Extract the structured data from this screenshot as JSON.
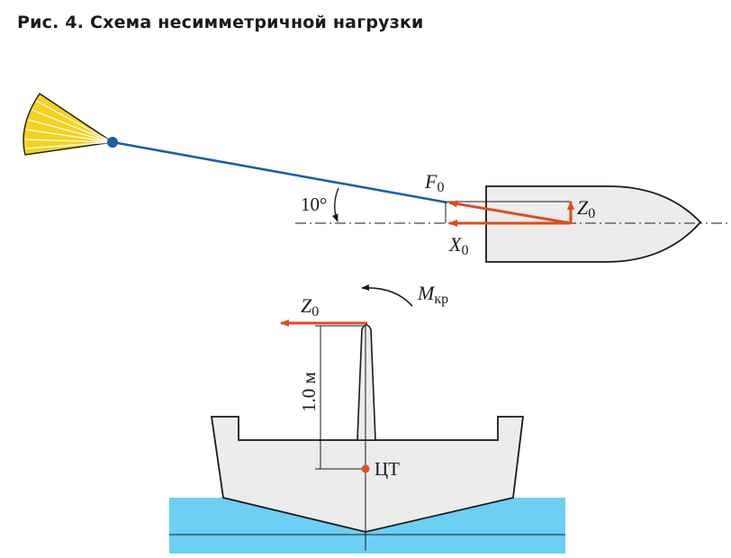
{
  "figure": {
    "title": "Рис. 4. Схема несимметричной нагрузки"
  },
  "top_view": {
    "angle_label": "10°",
    "force_label": "F",
    "force_sub": "0",
    "side_force_label": "Z",
    "side_force_sub": "0",
    "axial_force_label": "X",
    "axial_force_sub": "0"
  },
  "front_view": {
    "side_force_label": "Z",
    "side_force_sub": "0",
    "moment_label": "M",
    "moment_sub": "кр",
    "height_label": "1.0 м",
    "cg_label": "ЦТ"
  },
  "colors": {
    "tow_line": "#1a5fa8",
    "force": "#e24a1f",
    "hull_fill": "#ececec",
    "water": "#6ccff4",
    "fan": "#f6d21e"
  }
}
